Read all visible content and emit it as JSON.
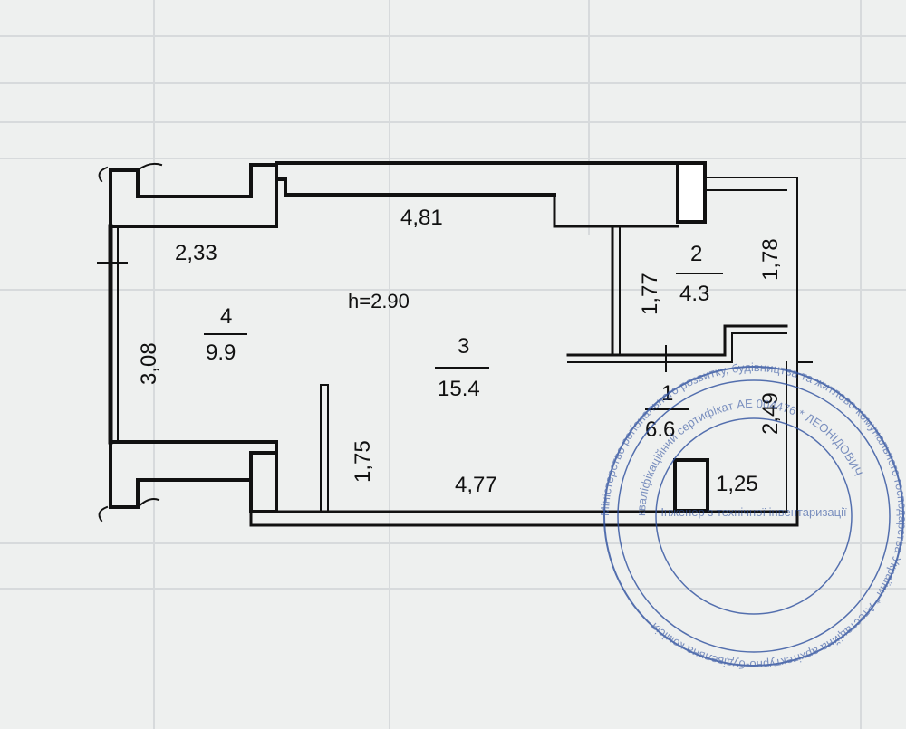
{
  "plan": {
    "height_label": "h=2.90",
    "rooms": [
      {
        "number": "4",
        "area": "9.9"
      },
      {
        "number": "3",
        "area": "15.4"
      },
      {
        "number": "2",
        "area": "4.3"
      },
      {
        "number": "1",
        "area": "6.6"
      }
    ],
    "dimensions": {
      "top_corridor": "4,81",
      "balcony_top": "2,33",
      "balcony_side": "3,08",
      "partition": "1,75",
      "bottom": "4,77",
      "bath_inner": "1,77",
      "bath_outer": "1,78",
      "hall_side": "2,49",
      "hall_bottom": "1,25"
    }
  },
  "stamp": {
    "outer_text": "Міністерство регіонального розвитку, будівництва та житлово-комунального господарства України * Атестаційна архітектурно-будівельна комісія",
    "inner_text": "кваліфікаційний сертифікат АЕ 004476 * ЛЕОНІДОВИЧ",
    "center_text": "Інженер з технічної інвентаризації",
    "colors": {
      "ink": "#2d4f9e"
    }
  },
  "colors": {
    "walls": "#111111",
    "paper": "#eef0ef"
  }
}
